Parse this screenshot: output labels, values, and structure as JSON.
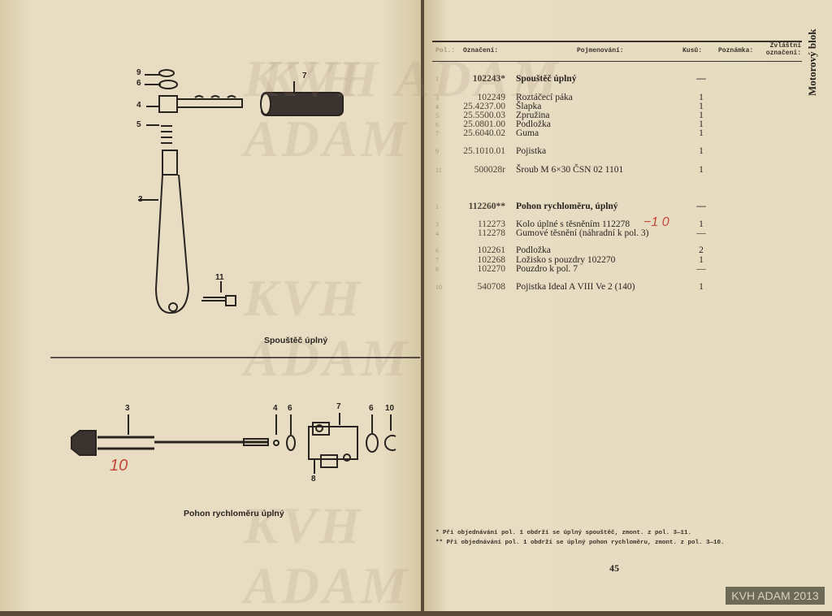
{
  "left_page": {
    "watermark": "KVH ADAM",
    "figure1": {
      "caption": "Spouštěč úplný",
      "labels": [
        "9",
        "6",
        "4",
        "5",
        "3",
        "7",
        "11"
      ]
    },
    "figure2": {
      "caption": "Pohon rychloměru úplný",
      "labels": [
        "3",
        "4",
        "6",
        "7",
        "6",
        "10",
        "8"
      ],
      "handwritten_note": "10"
    }
  },
  "right_page": {
    "side_title": "Motorový blok",
    "headers": {
      "pol": "Pol.:",
      "oznaceni": "Označení:",
      "pojmenovani": "Pojmenování:",
      "kusu": "Kusů:",
      "poznamka": "Poznámka:",
      "zvlastni_1": "Zvláštní",
      "zvlastni_2": "označení:"
    },
    "group1": [
      {
        "pol": "1",
        "code": "102243*",
        "name": "Spouštěč úplný",
        "qty": "—",
        "bold": true
      },
      {
        "pol": "3",
        "code": "102249",
        "name": "Roztáčecí páka",
        "qty": "1"
      },
      {
        "pol": "4",
        "code": "25.4237.00",
        "name": "Šlapka",
        "qty": "1"
      },
      {
        "pol": "5",
        "code": "25.5500.03",
        "name": "Zpružina",
        "qty": "1"
      },
      {
        "pol": "6",
        "code": "25.0801.00",
        "name": "Podložka",
        "qty": "1"
      },
      {
        "pol": "7",
        "code": "25.6040.02",
        "name": "Guma",
        "qty": "1"
      },
      {
        "pol": "9",
        "code": "25.1010.01",
        "name": "Pojistka",
        "qty": "1"
      },
      {
        "pol": "11",
        "code": "500028r",
        "name": "Šroub M 6×30 ČSN 02 1101",
        "qty": "1"
      }
    ],
    "group2": [
      {
        "pol": "1",
        "code": "112260**",
        "name": "Pohon rychloměru, úplný",
        "qty": "—",
        "bold": true
      },
      {
        "pol": "3",
        "code": "112273",
        "name": "Kolo úplné s těsněním 112278",
        "qty": "1",
        "note": "−1 0"
      },
      {
        "pol": "4",
        "code": "112278",
        "name": "Gumové těsnění (náhradní k pol. 3)",
        "qty": "—"
      },
      {
        "pol": "6",
        "code": "102261",
        "name": "Podložka",
        "qty": "2"
      },
      {
        "pol": "7",
        "code": "102268",
        "name": "Ložisko s pouzdry 102270",
        "qty": "1"
      },
      {
        "pol": "8",
        "code": "102270",
        "name": "Pouzdro k pol. 7",
        "qty": "—"
      },
      {
        "pol": "10",
        "code": "540708",
        "name": "Pojistka Ideal A VIII Ve 2 (140)",
        "qty": "1"
      }
    ],
    "footnotes": [
      "* Při objednávání pol. 1 obdrží se úplný spouštěč, zmont. z pol. 3—11.",
      "** Při objednávání pol. 1 obdrží se úplný pohon rychloměru, zmont. z pol. 3—10."
    ],
    "page_number": "45",
    "stamp": "KVH ADAM 2013"
  }
}
